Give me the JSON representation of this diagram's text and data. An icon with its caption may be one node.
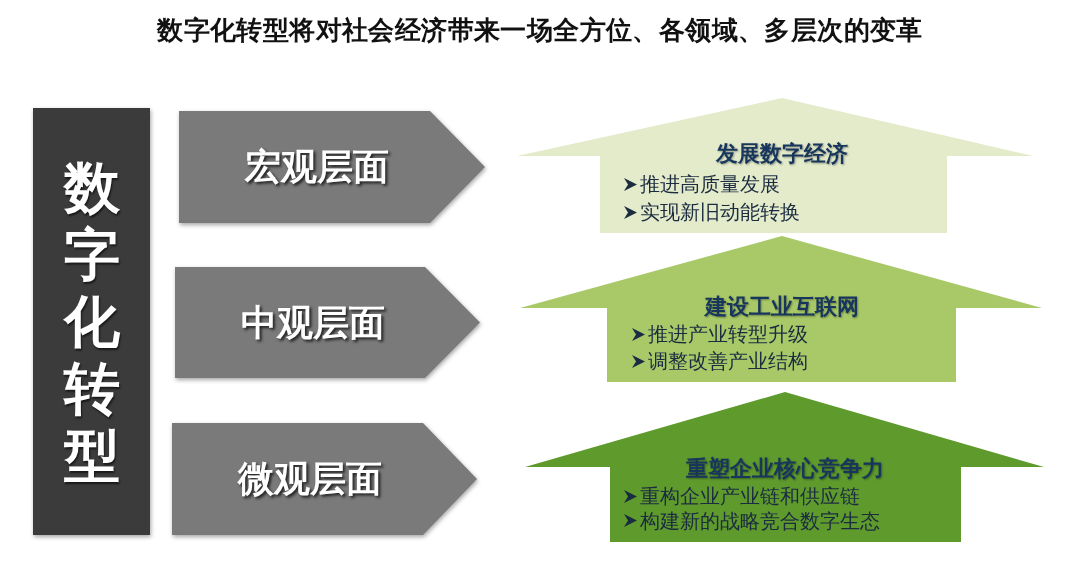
{
  "diagram": {
    "title": "数字化转型将对社会经济带来一场全方位、各领域、多层次的变革",
    "nodes": [
      {
        "text": [
          "数字化转型"
        ]
      },
      {
        "text": [
          "宏观层面"
        ]
      },
      {
        "text": [
          "中观层面"
        ]
      },
      {
        "text": [
          "微观层面"
        ]
      },
      {
        "text": [
          "发展数字经济",
          "推进高质量发展",
          "实现新旧动能转换"
        ]
      },
      {
        "text": [
          "建设工业互联网",
          "推进产业转型升级",
          "调整改善产业结构"
        ]
      },
      {
        "text": [
          "重塑企业核心竞争力",
          "重构企业产业链和供应链",
          "构建新的战略竞合数字生态"
        ]
      }
    ]
  }
}
